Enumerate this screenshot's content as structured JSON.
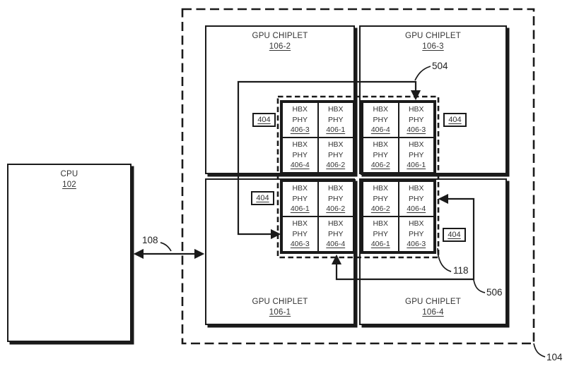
{
  "cpu": {
    "title": "CPU",
    "ref": "102"
  },
  "refs": {
    "bus": "108",
    "package": "104",
    "hbx_region": "118",
    "link_top": "504",
    "link_bottom": "506"
  },
  "chiplets": {
    "top_left": {
      "title": "GPU CHIPLET",
      "ref": "106-2"
    },
    "top_right": {
      "title": "GPU CHIPLET",
      "ref": "106-3"
    },
    "bottom_left": {
      "title": "GPU CHIPLET",
      "ref": "106-1"
    },
    "bottom_right": {
      "title": "GPU CHIPLET",
      "ref": "106-4"
    }
  },
  "phy_switch_refs": [
    "404",
    "404",
    "404",
    "404"
  ],
  "phy_cells": {
    "top_left": [
      {
        "l1": "HBX",
        "l2": "PHY",
        "ref": "406-3"
      },
      {
        "l1": "HBX",
        "l2": "PHY",
        "ref": "406-1"
      },
      {
        "l1": "HBX",
        "l2": "PHY",
        "ref": "406-4"
      },
      {
        "l1": "HBX",
        "l2": "PHY",
        "ref": "406-2"
      }
    ],
    "top_right": [
      {
        "l1": "HBX",
        "l2": "PHY",
        "ref": "406-4"
      },
      {
        "l1": "HBX",
        "l2": "PHY",
        "ref": "406-3"
      },
      {
        "l1": "HBX",
        "l2": "PHY",
        "ref": "406-2"
      },
      {
        "l1": "HBX",
        "l2": "PHY",
        "ref": "406-1"
      }
    ],
    "bottom_left": [
      {
        "l1": "HBX",
        "l2": "PHY",
        "ref": "406-1"
      },
      {
        "l1": "HBX",
        "l2": "PHY",
        "ref": "406-2"
      },
      {
        "l1": "HBX",
        "l2": "PHY",
        "ref": "406-3"
      },
      {
        "l1": "HBX",
        "l2": "PHY",
        "ref": "406-4"
      }
    ],
    "bottom_right": [
      {
        "l1": "HBX",
        "l2": "PHY",
        "ref": "406-2"
      },
      {
        "l1": "HBX",
        "l2": "PHY",
        "ref": "406-4"
      },
      {
        "l1": "HBX",
        "l2": "PHY",
        "ref": "406-1"
      },
      {
        "l1": "HBX",
        "l2": "PHY",
        "ref": "406-3"
      }
    ]
  }
}
